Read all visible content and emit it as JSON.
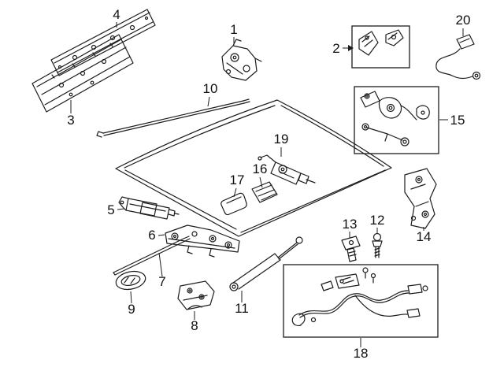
{
  "diagram": {
    "background_color": "#ffffff",
    "line_color": "#1c1c1c",
    "callouts": [
      "1",
      "2",
      "3",
      "4",
      "5",
      "6",
      "7",
      "8",
      "9",
      "10",
      "11",
      "12",
      "13",
      "14",
      "15",
      "16",
      "17",
      "18",
      "19",
      "20"
    ],
    "boxed_callouts": [
      "2",
      "15",
      "18"
    ]
  }
}
